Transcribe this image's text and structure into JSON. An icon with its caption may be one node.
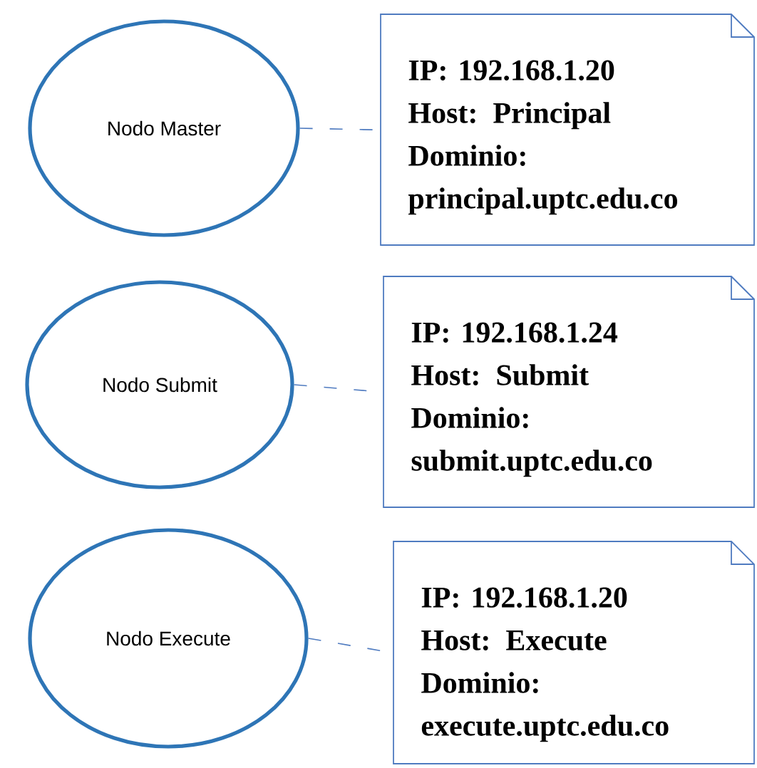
{
  "diagram": {
    "nodes": [
      {
        "text": [
          "Nodo Master"
        ]
      },
      {
        "text": [
          "IP: 192.168.1.20",
          "Host: Principal",
          "Dominio: principal.uptc.edu.co"
        ]
      },
      {
        "text": [
          "Nodo Submit"
        ]
      },
      {
        "text": [
          "IP: 192.168.1.24",
          "Host: Submit",
          "Dominio: submit.uptc.edu.co"
        ]
      },
      {
        "text": [
          "Nodo Execute"
        ]
      },
      {
        "text": [
          "IP: 192.168.1.20",
          "Host: Execute",
          "Dominio: execute.uptc.edu.co"
        ]
      }
    ],
    "edges": [
      {
        "from": 0,
        "to": 1,
        "arrow": "none",
        "style": "dashed"
      },
      {
        "from": 2,
        "to": 3,
        "arrow": "none",
        "style": "dashed"
      },
      {
        "from": 4,
        "to": 5,
        "arrow": "none",
        "style": "dashed"
      }
    ]
  }
}
